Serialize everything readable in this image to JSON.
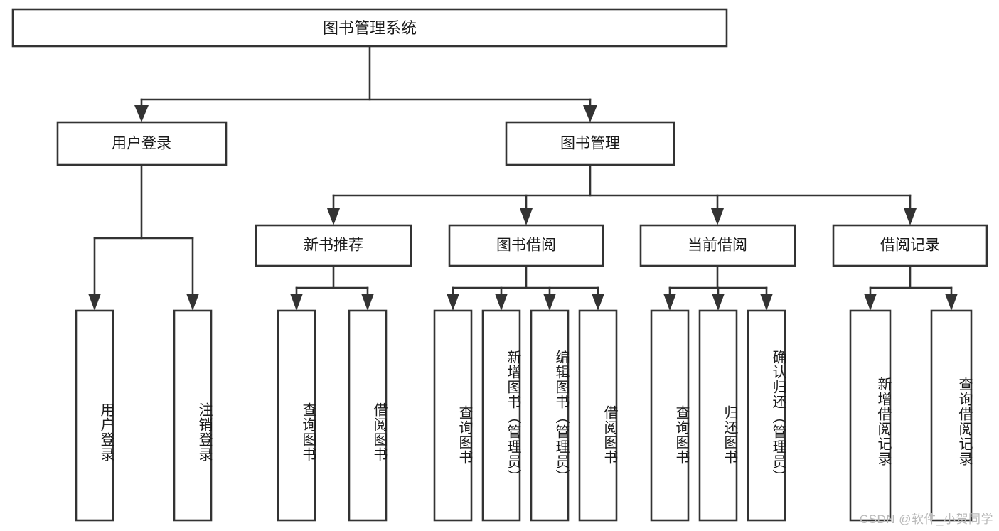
{
  "diagram": {
    "type": "hierarchy-tree",
    "title": "图书管理系统",
    "watermark": "CSDN @软件_小贺同学",
    "colors": {
      "stroke": "#333333",
      "box_fill": "#ffffff",
      "text": "#1a1a1a",
      "background": "#ffffff",
      "watermark": "#b9b9b9"
    },
    "root": {
      "label": "图书管理系统"
    },
    "level2": [
      {
        "label": "用户登录"
      },
      {
        "label": "图书管理"
      }
    ],
    "level3": [
      {
        "label": "新书推荐"
      },
      {
        "label": "图书借阅"
      },
      {
        "label": "当前借阅"
      },
      {
        "label": "借阅记录"
      }
    ],
    "leaves": {
      "user_login": [
        {
          "label": "用户登录"
        },
        {
          "label": "注销登录"
        }
      ],
      "new_book_recommend": [
        {
          "label": "查询图书"
        },
        {
          "label": "借阅图书"
        }
      ],
      "book_borrow": [
        {
          "label": "查询图书"
        },
        {
          "label": "新增图书（管理员）"
        },
        {
          "label": "编辑图书（管理员）"
        },
        {
          "label": "借阅图书"
        }
      ],
      "current_borrow": [
        {
          "label": "查询图书"
        },
        {
          "label": "归还图书"
        },
        {
          "label": "确认归还（管理员）"
        }
      ],
      "borrow_record": [
        {
          "label": "新增借阅记录"
        },
        {
          "label": "查询借阅记录"
        }
      ]
    }
  }
}
